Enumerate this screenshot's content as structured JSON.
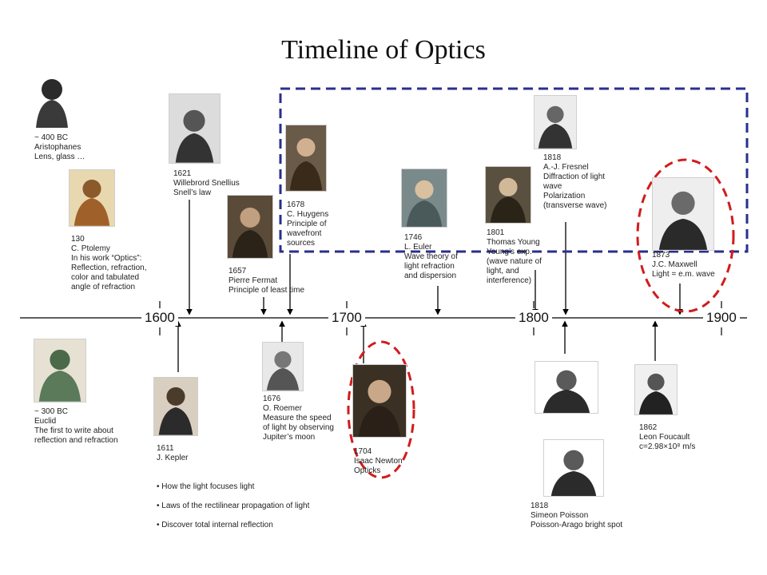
{
  "title": "Timeline of Optics",
  "axis": {
    "labels": [
      "1600",
      "1700",
      "1800",
      "1900"
    ]
  },
  "colors": {
    "highlight_box": "#2a2f8c",
    "highlight_circle": "#d01c1c",
    "axis": "#000000"
  },
  "events": {
    "aristophanes": {
      "date": "~ 400 BC",
      "name": "Aristophanes",
      "text": "Lens, glass …",
      "icon": "portrait-icon"
    },
    "ptolemy": {
      "date": "130",
      "name": "C. Ptolemy",
      "text": "In his work “Optics”:\nReflection, refraction,\ncolor and tabulated\nangle of refraction",
      "icon": "portrait-icon"
    },
    "euclid": {
      "date": "~ 300 BC",
      "name": "Euclid",
      "text": "The first to write about\nreflection and refraction",
      "icon": "portrait-icon"
    },
    "snellius": {
      "date": "1621",
      "name": "Willebrord Snellius",
      "text": "Snell’s law",
      "icon": "portrait-icon"
    },
    "kepler": {
      "date": "1611",
      "name": "J. Kepler",
      "bullets": [
        "How the light focuses light",
        "Laws of the rectilinear propagation of light",
        "Discover total internal reflection"
      ],
      "icon": "portrait-icon"
    },
    "fermat": {
      "date": "1657",
      "name": "Pierre Fermat",
      "text": "Principle of least time",
      "icon": "portrait-icon"
    },
    "roemer": {
      "date": "1676",
      "name": "O. Roemer",
      "text": "Measure the speed\nof light by observing\nJupiter’s moon",
      "icon": "portrait-icon"
    },
    "huygens": {
      "date": "1678",
      "name": "C. Huygens",
      "text": "Principle of\nwavefront\nsources",
      "icon": "portrait-icon"
    },
    "newton": {
      "date": "1704",
      "name": "Isaac Newton",
      "text": "Opticks",
      "icon": "portrait-icon"
    },
    "euler": {
      "date": "1746",
      "name": "L. Euler",
      "text": "Wave theory of\nlight refraction\nand dispersion",
      "icon": "portrait-icon"
    },
    "young": {
      "date": "1801",
      "name": "Thomas Young",
      "text": "Young’s exp.\n(wave nature of\nlight, and\ninterference)",
      "icon": "portrait-icon"
    },
    "fresnel": {
      "date": "1818",
      "name": "A.-J. Fresnel",
      "text": "Diffraction of light\nwave\nPolarization\n(transverse wave)",
      "icon": "portrait-icon"
    },
    "poisson": {
      "date": "1818",
      "name": "Simeon Poisson",
      "text": "Poisson-Arago bright spot",
      "icon": "portrait-icon"
    },
    "foucault": {
      "date": "1862",
      "name": "Leon Foucault",
      "text": "c=2.98×10⁸ m/s",
      "icon": "portrait-icon"
    },
    "maxwell": {
      "date": "1873",
      "name": "J.C. Maxwell",
      "text": "Light = e.m. wave",
      "icon": "portrait-icon"
    }
  }
}
